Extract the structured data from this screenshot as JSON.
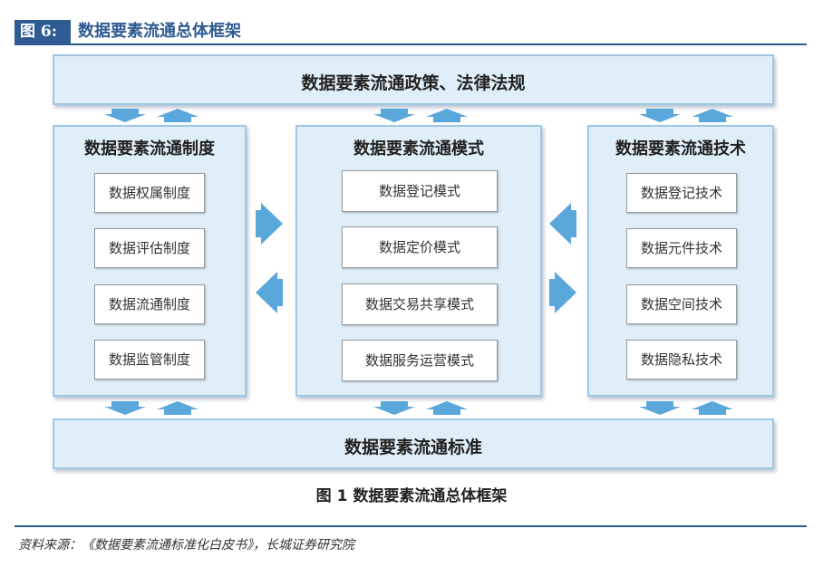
{
  "figure": {
    "tag": "图 6:",
    "title": "数据要素流通总体框架"
  },
  "diagram": {
    "top_band": "数据要素流通政策、法律法规",
    "bottom_band": "数据要素流通标准",
    "columns": [
      {
        "title": "数据要素流通制度",
        "items": [
          "数据权属制度",
          "数据评估制度",
          "数据流通制度",
          "数据监管制度"
        ]
      },
      {
        "title": "数据要素流通模式",
        "items": [
          "数据登记模式",
          "数据定价模式",
          "数据交易共享模式",
          "数据服务运营模式"
        ]
      },
      {
        "title": "数据要素流通技术",
        "items": [
          "数据登记技术",
          "数据元件技术",
          "数据空间技术",
          "数据隐私技术"
        ]
      }
    ],
    "arrow_color": "#5aa7dc",
    "band_fill": "#dfeef8",
    "band_border": "#9fc8e6"
  },
  "caption": "图 1  数据要素流通总体框架",
  "source": "资料来源：《数据要素流通标准化白皮书》，长城证券研究院",
  "colors": {
    "header_blue": "#2f5b93"
  }
}
